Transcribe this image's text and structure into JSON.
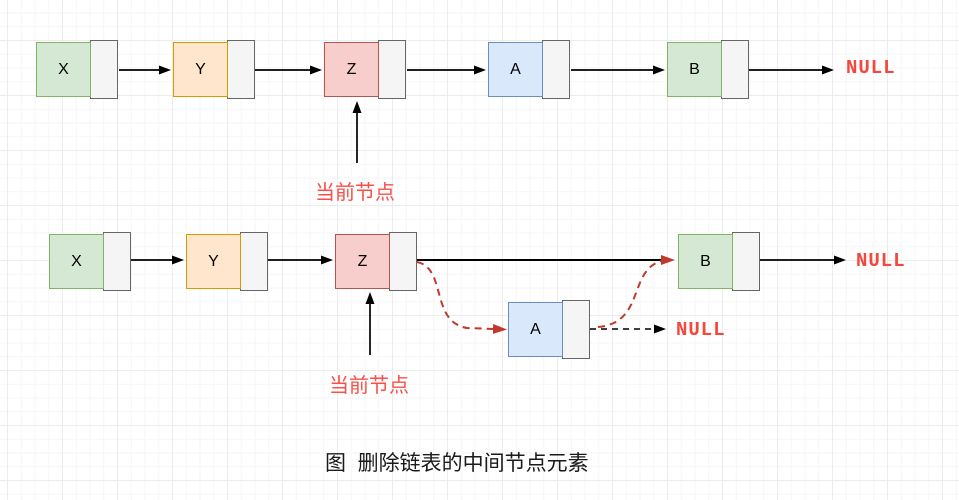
{
  "figure": {
    "caption": "图  删除链表的中间节点元素",
    "labels": {
      "current_node": "当前节点",
      "null": "NULL"
    },
    "top_list": {
      "nodes": [
        {
          "label": "X",
          "color": "green"
        },
        {
          "label": "Y",
          "color": "orange"
        },
        {
          "label": "Z",
          "color": "red"
        },
        {
          "label": "A",
          "color": "blue"
        },
        {
          "label": "B",
          "color": "green"
        }
      ],
      "tail": "NULL"
    },
    "bottom_list": {
      "nodes": [
        {
          "label": "X",
          "color": "green"
        },
        {
          "label": "Y",
          "color": "orange"
        },
        {
          "label": "Z",
          "color": "red"
        },
        {
          "label": "B",
          "color": "green"
        }
      ],
      "detached_node": {
        "label": "A",
        "color": "blue"
      },
      "tail": "NULL",
      "detached_tail": "NULL"
    },
    "colors": {
      "green_fill": "#d5e8d4",
      "green_stroke": "#82b366",
      "orange_fill": "#ffe6cc",
      "orange_stroke": "#d79b00",
      "red_fill": "#f8cecc",
      "red_stroke": "#b85450",
      "blue_fill": "#dae8fc",
      "blue_stroke": "#6c8ebf",
      "pointer_fill": "#f5f5f5",
      "pointer_stroke": "#666666",
      "accent_text_red": "#f85049",
      "null_text_red": "#f4473e",
      "dashed_arrow_red": "#c0392b",
      "arrow_black": "#000000"
    }
  }
}
